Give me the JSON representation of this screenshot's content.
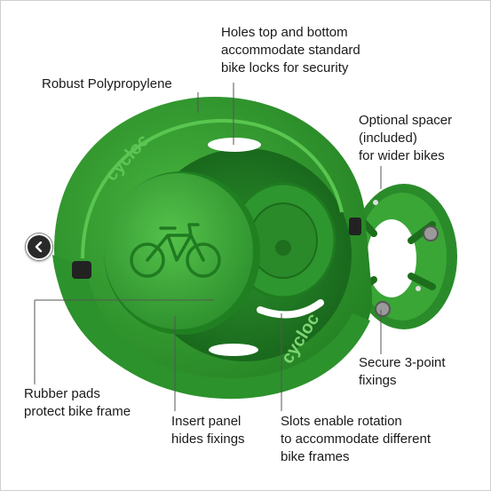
{
  "callouts": {
    "holes": [
      "Holes top and bottom",
      "accommodate standard",
      "bike locks for security"
    ],
    "material": [
      "Robust Polypropylene"
    ],
    "spacer": [
      "Optional spacer",
      "(included)",
      "for wider bikes"
    ],
    "fixings": [
      "Secure 3-point",
      "fixings"
    ],
    "pads": [
      "Rubber pads",
      "protect bike frame"
    ],
    "insert": [
      "Insert panel",
      "hides fixings"
    ],
    "slots": [
      "Slots enable rotation",
      "to accommodate different",
      "bike frames"
    ]
  },
  "product": {
    "brand_mark_top": "cycloc",
    "brand_mark_bottom": "cycloc",
    "panel_icon": "bicycle-icon"
  },
  "colors": {
    "green": "#2f9a2f",
    "green_dark": "#1e7a1f",
    "green_light": "#4fbf47",
    "leader": "#555555"
  },
  "controls": {
    "prev_icon": "chevron-left-icon"
  }
}
